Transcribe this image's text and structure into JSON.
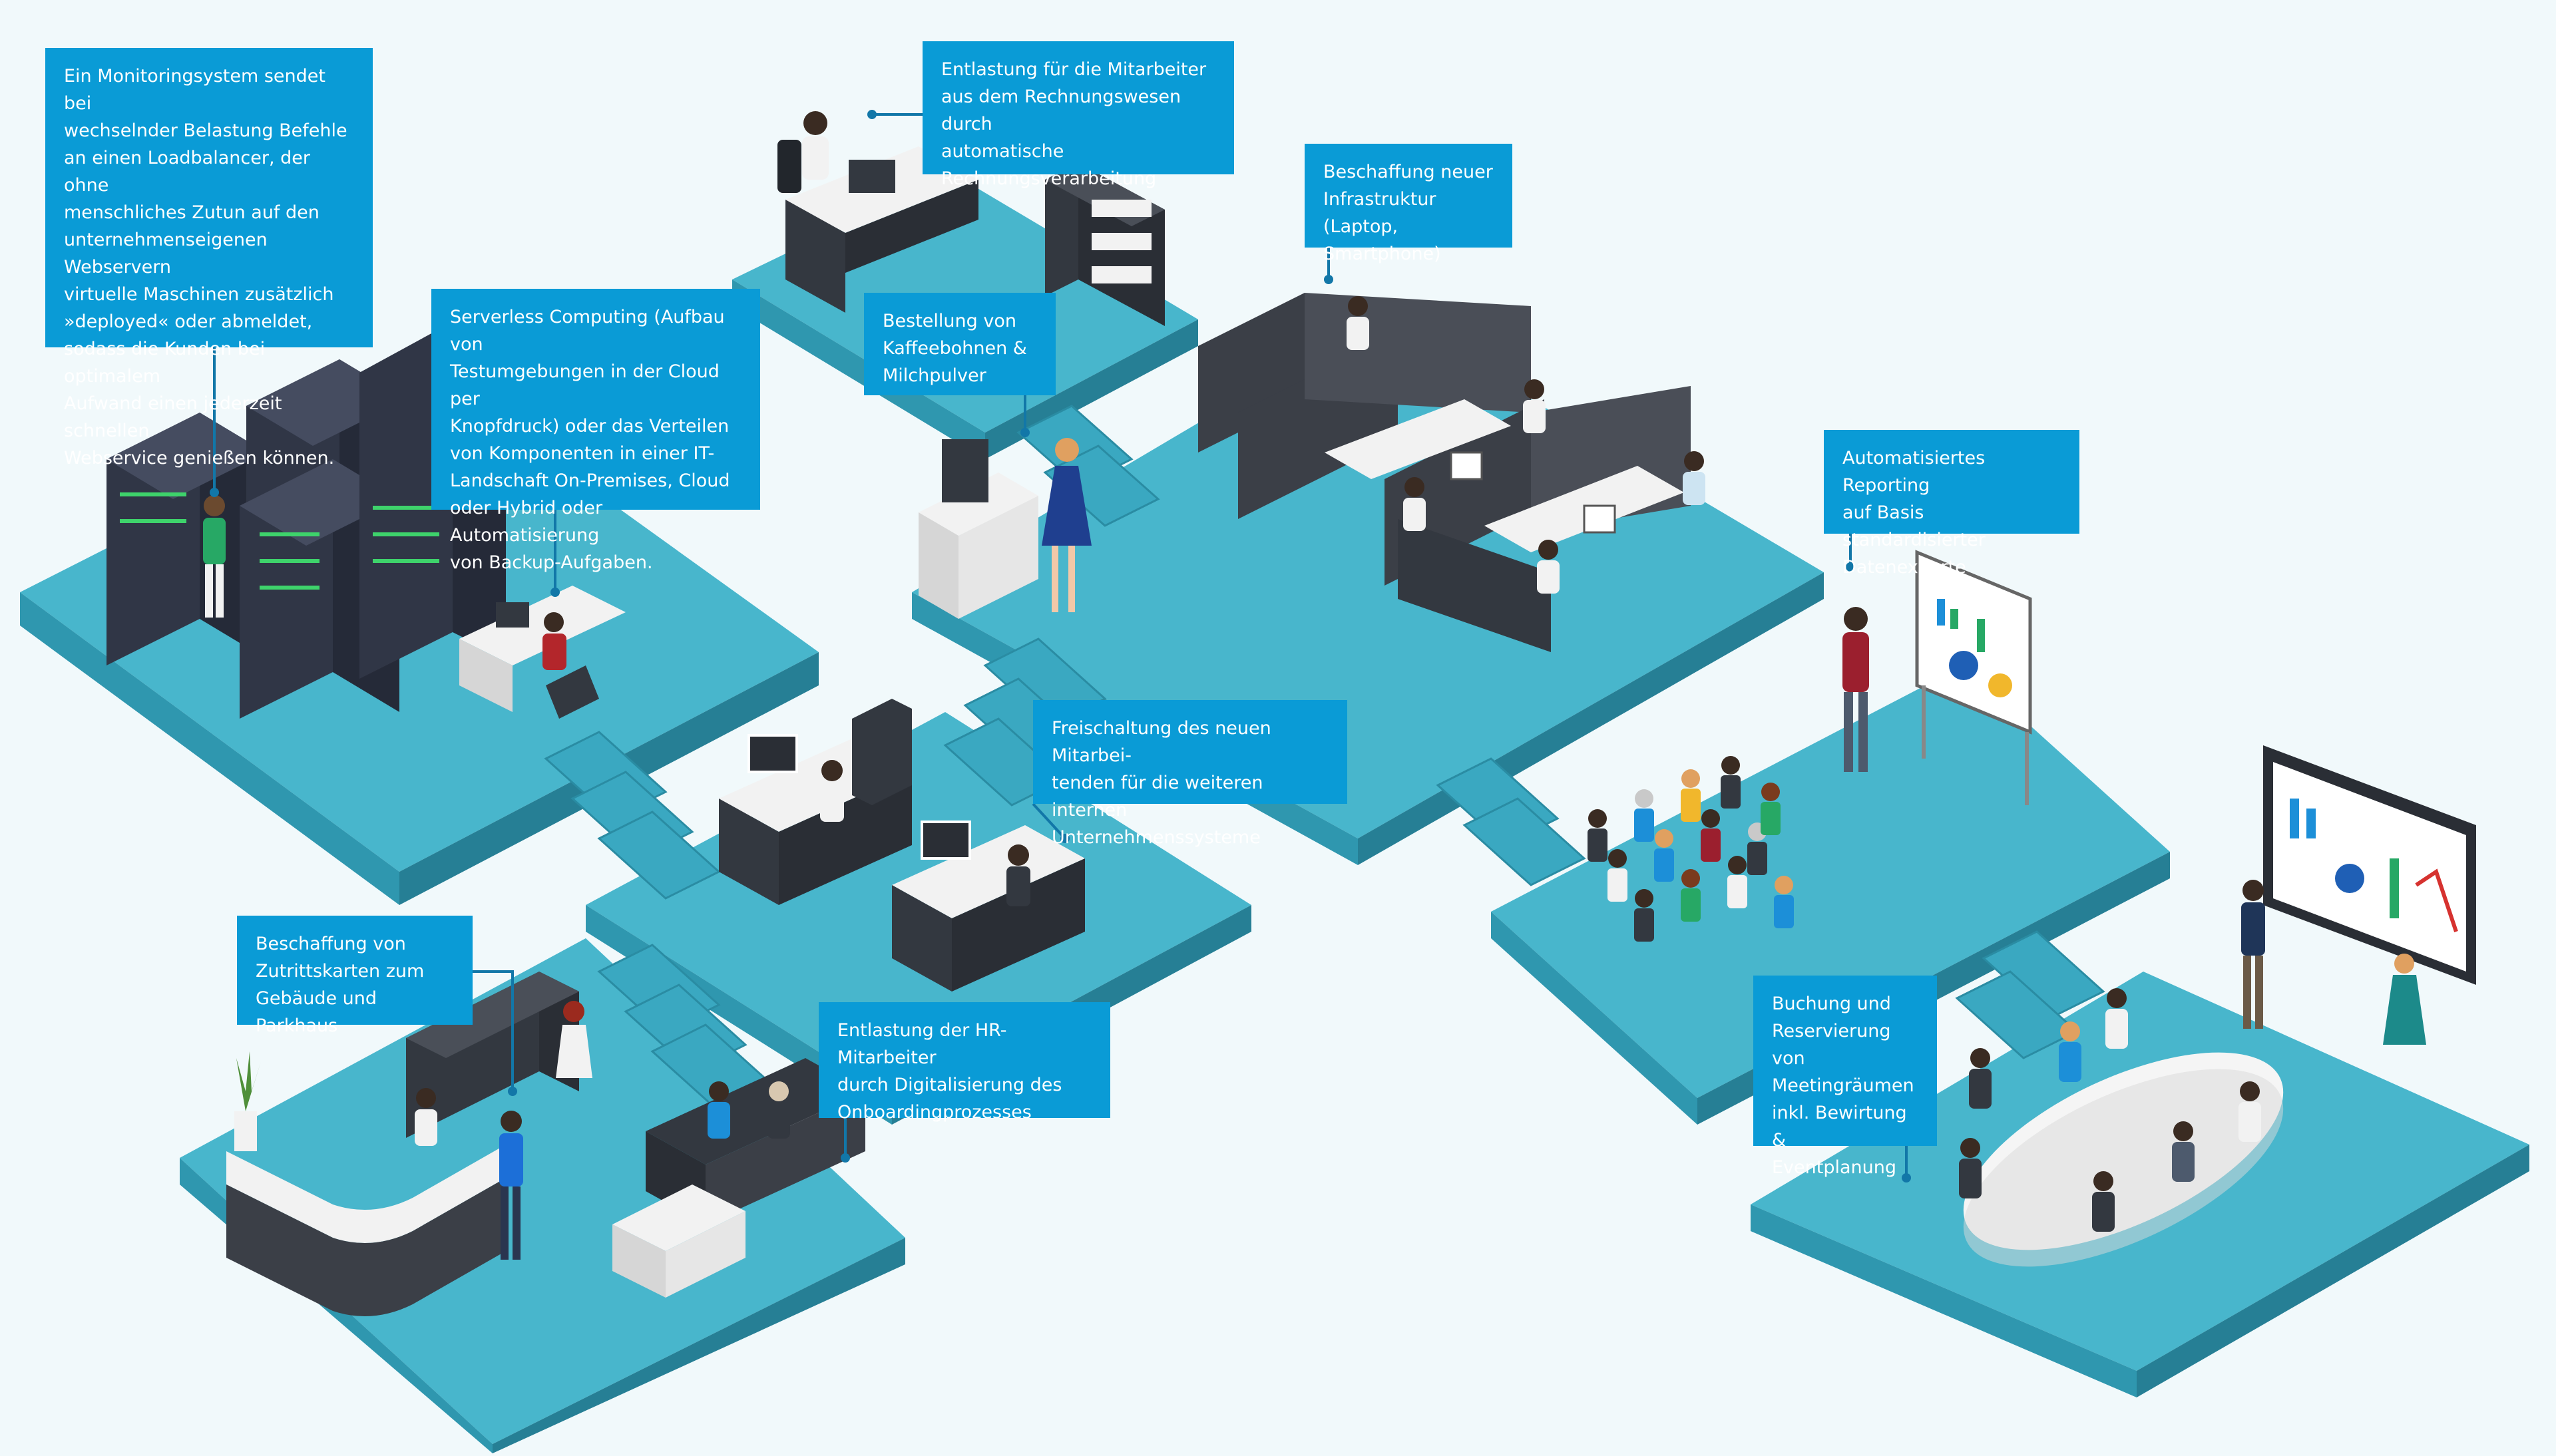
{
  "colors": {
    "background": "#f1f9fb",
    "floor_top": "#48b6cc",
    "floor_left": "#2f97af",
    "floor_right": "#267f95",
    "label_box": "#0a9bd6",
    "label_text": "#ffffff",
    "leader_line": "#1277a8",
    "furniture_dark": "#333840",
    "furniture_light": "#f2f2f2",
    "server_rack": "#303646"
  },
  "labels": [
    {
      "id": "monitoring",
      "text": "Ein Monitoringsystem sendet bei\nwechselnder Belastung Befehle\nan einen Loadbalancer, der ohne\nmenschliches Zutun auf den\nunternehmenseigenen Webservern\nvirtuelle Maschinen zusätzlich\n»deployed« oder abmeldet,\nsodass die Kunden bei optimalem\nAufwand einen jederzeit schnellen\nWebservice genießen können."
    },
    {
      "id": "rechnungswesen",
      "text": "Entlastung für die Mitarbeiter\naus dem Rechnungswesen durch\nautomatische\nRechnungsverarbeitung"
    },
    {
      "id": "infrastruktur",
      "text": "Beschaffung neuer\nInfrastruktur (Laptop,\nSmartphone)"
    },
    {
      "id": "serverless",
      "text": "Serverless Computing (Aufbau von\nTestumgebungen in der Cloud per\nKnopfdruck) oder das Verteilen\nvon Komponenten in einer IT-\nLandschaft On-Premises, Cloud\noder Hybrid oder Automatisierung\nvon Backup-Aufgaben."
    },
    {
      "id": "kaffee",
      "text": "Bestellung von\nKaffeebohnen &\nMilchpulver"
    },
    {
      "id": "reporting",
      "text": "Automatisiertes Reporting\nauf Basis standardisierter\nDatenexporte"
    },
    {
      "id": "freischaltung",
      "text": "Freischaltung des neuen Mitarbei-\ntenden für die weiteren internen\nUnternehmenssysteme"
    },
    {
      "id": "zutrittskarten",
      "text": "Beschaffung von\nZutrittskarten zum\nGebäude und Parkhaus"
    },
    {
      "id": "hr",
      "text": "Entlastung der HR-Mitarbeiter\ndurch Digitalisierung des\nOnboardingprozesses"
    },
    {
      "id": "meeting",
      "text": "Buchung und\nReservierung von\nMeetingräumen\ninkl. Bewirtung &\nEventplanung"
    }
  ]
}
